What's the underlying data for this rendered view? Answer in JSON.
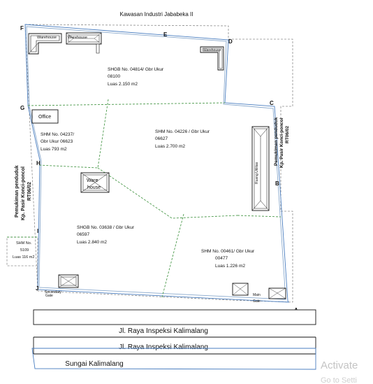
{
  "title": "Kawasan Industri Jababeka II",
  "points": {
    "A": "A",
    "B": "B",
    "C": "C",
    "D": "D",
    "E": "E",
    "F": "F",
    "G": "G",
    "H": "H",
    "I": "I",
    "J": "J"
  },
  "parcels": {
    "p1": [
      "SHGB No. 04814/ Gbr Ukur",
      "08100",
      "Luas 2.150 m2"
    ],
    "p2": [
      "SHM No. 04237/",
      "Gbr Ukur 06623",
      "Luas 793 m2"
    ],
    "p3": [
      "SHM No. 04226 / Gbr Ukur",
      "06627",
      "Luas 2.700 m2"
    ],
    "p4": [
      "SHGB No. 03638 / Gbr Ukur",
      "06597",
      "Luas 2.840 m2"
    ],
    "p5": [
      "SHM No. 00461/ Gbr Ukur",
      "00477",
      "Luas 1.226 m2"
    ],
    "p6": [
      "SHM No.",
      "5109",
      "Luas 116 m2"
    ]
  },
  "buildings": {
    "warehouse_1": "Warehouse",
    "warehouse_2": "Warehouse",
    "warehouse_3": "Warehouse",
    "office": "Office",
    "ware": "Ware",
    "house": "house",
    "ruang_utilitas": "Ruang Utilitas"
  },
  "side_labels": {
    "left": [
      "Pemukiman penduduk",
      "Kp. Pasir Konci-poncol",
      "RT06/02"
    ],
    "right": [
      "Pemukiman penduduk",
      "Kp. Pasir Konci-poncol",
      "RT06/02"
    ]
  },
  "gates": {
    "secondary_1": "Secondary",
    "secondary_2": "Gate",
    "main_1": "Main",
    "main_2": "Gate"
  },
  "roads": {
    "road1": "Jl. Raya Inspeksi Kalimalang",
    "road2": "Jl. Raya Inspeksi Kalimalang",
    "river": "Sungai Kalimalang"
  },
  "watermark": {
    "line1": "Activate",
    "line2": "Go to Setti"
  }
}
